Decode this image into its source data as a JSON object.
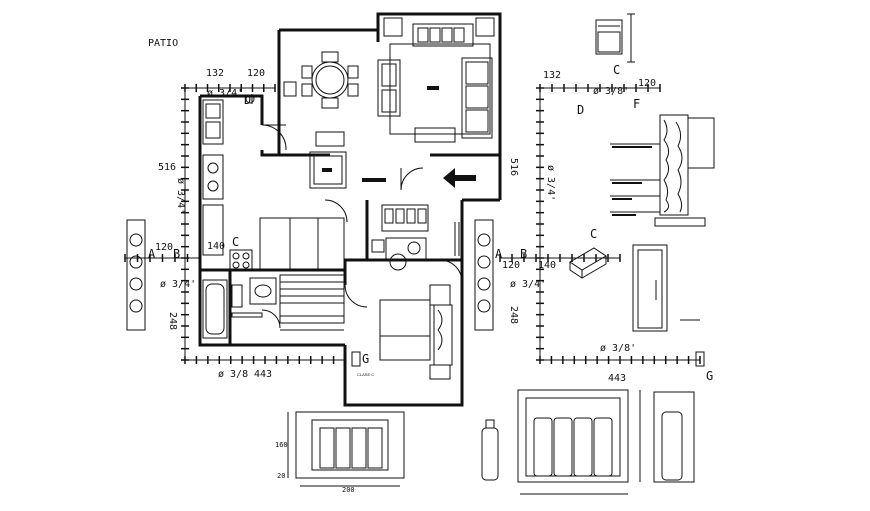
{
  "labels": {
    "patio": "PATIO",
    "d132_left": "132",
    "d120_left": "120",
    "dim_34_top_left": "ø 3/4'",
    "marker_d_left": "D",
    "d516_left": "516",
    "dim_34_vert_left": "ø 3/4'",
    "d140_left": "140",
    "marker_c_left": "C",
    "marker_a_left": "A",
    "marker_b_left": "B",
    "d120_mid_left": "120",
    "dim_34_mid_left": "ø 3/4'",
    "d248_left": "248",
    "dim_38_bottom_left": "ø 3/8",
    "d443_bottom_left": "443",
    "marker_g_left": "G",
    "closet_label": "CLASE C",
    "d132_right": "132",
    "marker_c_right_top": "C",
    "d120_right": "120",
    "dim_38_right_top": "ø 3/8'",
    "marker_d_right": "D",
    "marker_f_right": "F",
    "d516_right": "516",
    "dim_34_vert_right": "ø 3/4'",
    "marker_a_right": "A",
    "marker_b_right": "B",
    "d120_mid_right": "120",
    "d140_mid_right": "140",
    "dim_34_mid_right": "ø 3/4'",
    "d248_right": "248",
    "dim_38_bottom_right": "ø 3/8'",
    "d443_right": "443",
    "marker_g_right": "G",
    "marker_c_iso": "C",
    "d160_cyl": "160",
    "d20_cyl": "20",
    "d200_cyl": "200"
  }
}
